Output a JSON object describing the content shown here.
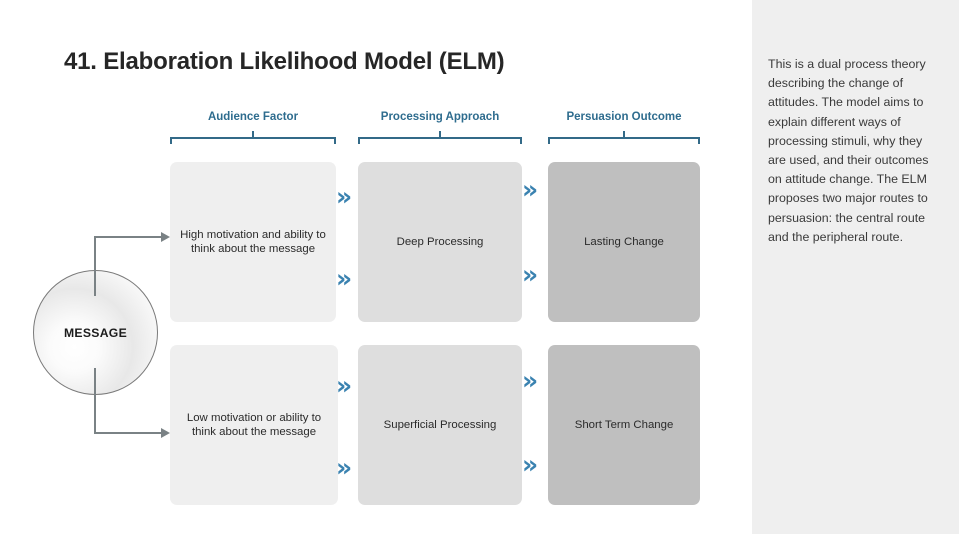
{
  "slide": {
    "title": "41. Elaboration Likelihood Model (ELM)",
    "accent_blue": "#3a82b0",
    "header_blue": "#2e6c8e",
    "panel_bg": "#efefef"
  },
  "side_panel": {
    "text": "This is a  dual process theory describing the change of attitudes. The model aims to explain different ways of processing stimuli, why they are used, and their outcomes on attitude change. The ELM proposes two major routes to persuasion: the central route and the peripheral route."
  },
  "columns": [
    {
      "label": "Audience Factor"
    },
    {
      "label": "Processing Approach"
    },
    {
      "label": "Persuasion Outcome"
    }
  ],
  "source_node": {
    "label": "MESSAGE"
  },
  "rows": [
    {
      "name": "central-route",
      "cells": [
        {
          "text": "High motivation and ability to think about the message",
          "tone": "tone-1"
        },
        {
          "text": "Deep Processing",
          "tone": "tone-2"
        },
        {
          "text": "Lasting Change",
          "tone": "tone-3"
        }
      ]
    },
    {
      "name": "peripheral-route",
      "cells": [
        {
          "text": "Low motivation or ability to think about the message",
          "tone": "tone-1"
        },
        {
          "text": "Superficial Processing",
          "tone": "tone-2"
        },
        {
          "text": "Short Term Change",
          "tone": "tone-3"
        }
      ]
    }
  ],
  "icons": {
    "chevron": "»"
  }
}
